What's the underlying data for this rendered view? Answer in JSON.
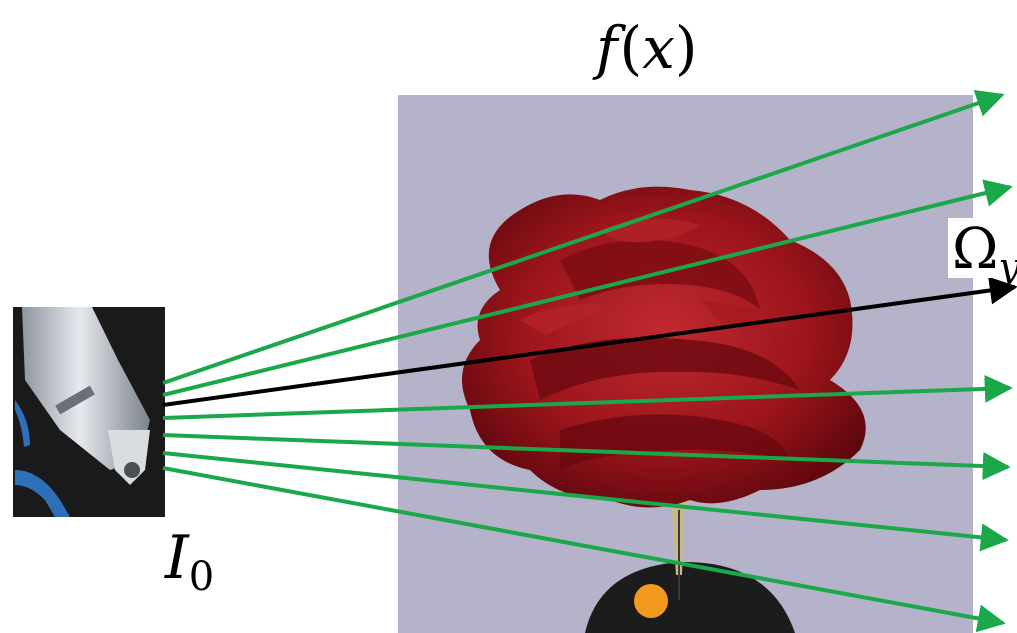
{
  "labels": {
    "function_symbol": "f",
    "function_arg": "x",
    "source_symbol": "I",
    "source_subscript": "0",
    "detector_symbol": "Ω",
    "detector_subscript": "y"
  },
  "colors": {
    "background": "#ffffff",
    "object_panel": "#b5b3c9",
    "green_ray": "#1aa84a",
    "black_ray": "#000000",
    "rose_dark": "#6e0a10",
    "rose_mid": "#9c141c",
    "rose_light": "#c02a30",
    "stem": "#c8b98a",
    "base": "#1c1c1c",
    "marker": "#f29a1e",
    "source_metal": "#c9ccd2",
    "source_dark": "#1a1a1a",
    "source_tube": "#2d6fb8"
  },
  "rays": {
    "green_count": 6,
    "black_count": 1
  }
}
